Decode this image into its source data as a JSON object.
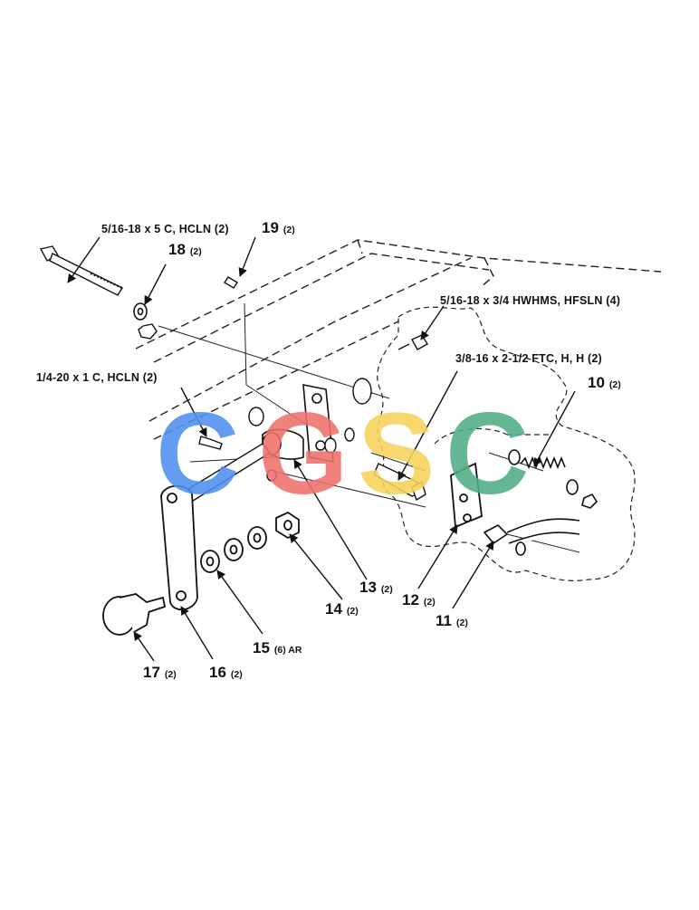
{
  "diagram": {
    "watermark": {
      "letters": [
        "C",
        "G",
        "S",
        "C"
      ],
      "colors": [
        "#4f8ff0",
        "#f0706a",
        "#f5d35a",
        "#4fae84"
      ]
    },
    "callouts": {
      "bolt_5_16_5": "5/16-18 x 5 C, HCLN (2)",
      "p19": {
        "num": "19",
        "qty": "(2)"
      },
      "p18": {
        "num": "18",
        "qty": "(2)"
      },
      "bolt_5_16_3_4": "5/16-18 x 3/4 HWHMS, HFSLN (4)",
      "bolt_3_8": "3/8-16 x 2-1/2 FTC, H, H (2)",
      "bolt_1_4": "1/4-20 x 1 C, HCLN (2)",
      "p10": {
        "num": "10",
        "qty": "(2)"
      },
      "p13": {
        "num": "13",
        "qty": "(2)"
      },
      "p12": {
        "num": "12",
        "qty": "(2)"
      },
      "p14": {
        "num": "14",
        "qty": "(2)"
      },
      "p11": {
        "num": "11",
        "qty": "(2)"
      },
      "p15": {
        "num": "15",
        "qty": "(6) AR"
      },
      "p17": {
        "num": "17",
        "qty": "(2)"
      },
      "p16": {
        "num": "16",
        "qty": "(2)"
      }
    }
  }
}
